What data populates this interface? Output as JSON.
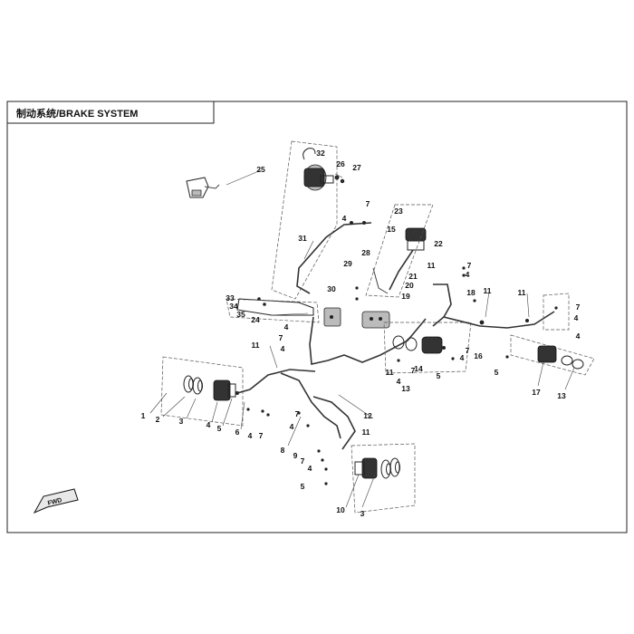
{
  "title": "制动系统/BRAKE SYSTEM",
  "fwd_label": "FWD",
  "callouts": [
    {
      "id": "c1",
      "text": "1"
    },
    {
      "id": "c2",
      "text": "2"
    },
    {
      "id": "c3a",
      "text": "3"
    },
    {
      "id": "c4a",
      "text": "4"
    },
    {
      "id": "c5a",
      "text": "5"
    },
    {
      "id": "c6",
      "text": "6"
    },
    {
      "id": "c4b",
      "text": "4"
    },
    {
      "id": "c7a",
      "text": "7"
    },
    {
      "id": "c11a",
      "text": "11"
    },
    {
      "id": "c4c",
      "text": "4"
    },
    {
      "id": "c7b",
      "text": "7"
    },
    {
      "id": "c4d",
      "text": "4"
    },
    {
      "id": "c24",
      "text": "24"
    },
    {
      "id": "c33",
      "text": "33"
    },
    {
      "id": "c34",
      "text": "34"
    },
    {
      "id": "c35",
      "text": "35"
    },
    {
      "id": "c31",
      "text": "31"
    },
    {
      "id": "c25",
      "text": "25"
    },
    {
      "id": "c32",
      "text": "32"
    },
    {
      "id": "c26",
      "text": "26"
    },
    {
      "id": "c27",
      "text": "27"
    },
    {
      "id": "c7c",
      "text": "7"
    },
    {
      "id": "c4e",
      "text": "4"
    },
    {
      "id": "c29",
      "text": "29"
    },
    {
      "id": "c30",
      "text": "30"
    },
    {
      "id": "c28",
      "text": "28"
    },
    {
      "id": "c23",
      "text": "23"
    },
    {
      "id": "c15",
      "text": "15"
    },
    {
      "id": "c22",
      "text": "22"
    },
    {
      "id": "c21",
      "text": "21"
    },
    {
      "id": "c20",
      "text": "20"
    },
    {
      "id": "c19",
      "text": "19"
    },
    {
      "id": "c11b",
      "text": "11"
    },
    {
      "id": "c7d",
      "text": "7"
    },
    {
      "id": "c4f",
      "text": "4"
    },
    {
      "id": "c18",
      "text": "18"
    },
    {
      "id": "c11c",
      "text": "11"
    },
    {
      "id": "c11d",
      "text": "11"
    },
    {
      "id": "c7e",
      "text": "7"
    },
    {
      "id": "c4g",
      "text": "4"
    },
    {
      "id": "c4h",
      "text": "4"
    },
    {
      "id": "c16",
      "text": "16"
    },
    {
      "id": "c7f",
      "text": "7"
    },
    {
      "id": "c4i",
      "text": "4"
    },
    {
      "id": "c5b",
      "text": "5"
    },
    {
      "id": "c14",
      "text": "14"
    },
    {
      "id": "c13a",
      "text": "13"
    },
    {
      "id": "c7g",
      "text": "7"
    },
    {
      "id": "c4j",
      "text": "4"
    },
    {
      "id": "c11e",
      "text": "11"
    },
    {
      "id": "c12",
      "text": "12"
    },
    {
      "id": "c11f",
      "text": "11"
    },
    {
      "id": "c5c",
      "text": "5"
    },
    {
      "id": "c17",
      "text": "17"
    },
    {
      "id": "c13b",
      "text": "13"
    },
    {
      "id": "c8",
      "text": "8"
    },
    {
      "id": "c9",
      "text": "9"
    },
    {
      "id": "c4k",
      "text": "4"
    },
    {
      "id": "c7h",
      "text": "7"
    },
    {
      "id": "c7i",
      "text": "7"
    },
    {
      "id": "c4l",
      "text": "4"
    },
    {
      "id": "c5d",
      "text": "5"
    },
    {
      "id": "c10",
      "text": "10"
    },
    {
      "id": "c3b",
      "text": "3"
    }
  ]
}
